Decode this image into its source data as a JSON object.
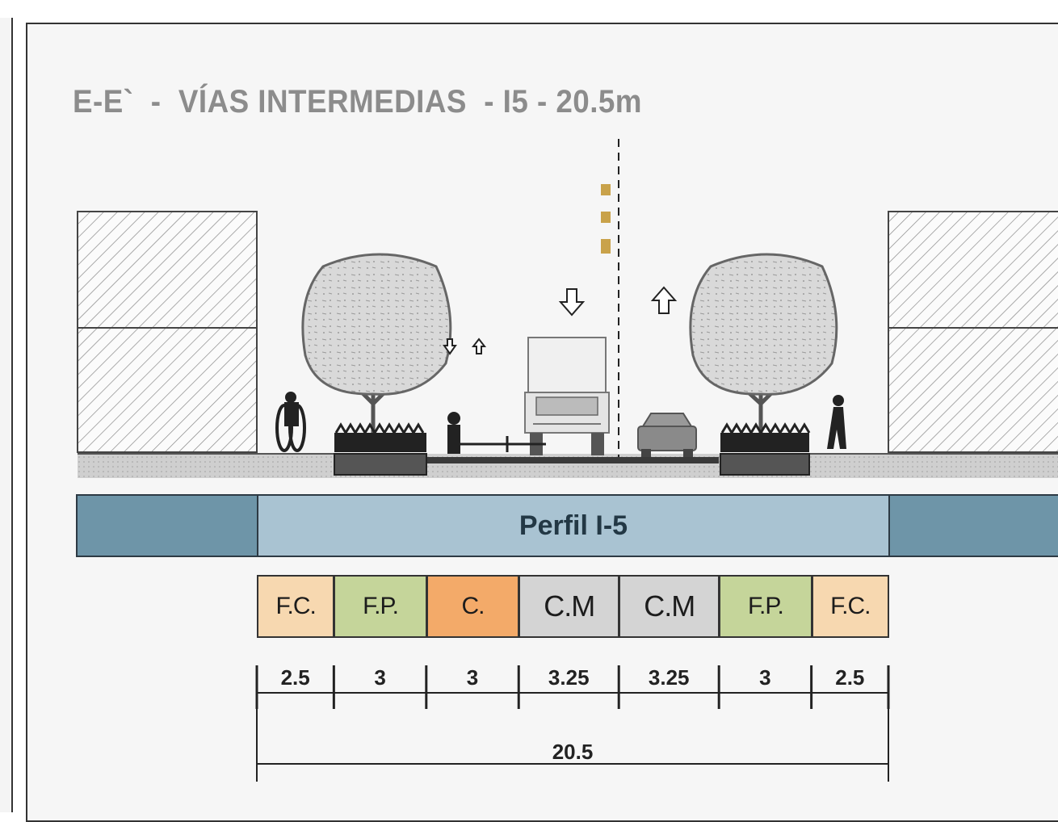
{
  "title": "E-E`  -  VÍAS INTERMEDIAS  - I5 - 20.5m",
  "profile_label": "Perfil I-5",
  "colors": {
    "fc": "#f7d8b0",
    "fp": "#c5d59a",
    "c": "#f3aa69",
    "cm": "#d4d4d4",
    "band_side": "#6e95a8",
    "band_mid": "#a9c3d2"
  },
  "segments": [
    {
      "code": "F.C.",
      "color": "#f7d8b0",
      "width_m": 2.5,
      "dim": "2.5"
    },
    {
      "code": "F.P.",
      "color": "#c5d59a",
      "width_m": 3,
      "dim": "3"
    },
    {
      "code": "C.",
      "color": "#f3aa69",
      "width_m": 3,
      "dim": "3"
    },
    {
      "code": "C.M",
      "color": "#d4d4d4",
      "width_m": 3.25,
      "dim": "3.25"
    },
    {
      "code": "C.M",
      "color": "#d4d4d4",
      "width_m": 3.25,
      "dim": "3.25"
    },
    {
      "code": "F.P.",
      "color": "#c5d59a",
      "width_m": 3,
      "dim": "3"
    },
    {
      "code": "F.C.",
      "color": "#f7d8b0",
      "width_m": 2.5,
      "dim": "2.5"
    }
  ],
  "total_dim": "20.5",
  "icons": [
    "building-left",
    "tree-left",
    "tree-right",
    "building-right",
    "truck",
    "car",
    "cyclist",
    "pedestrian",
    "scooter-rider",
    "arrow-down",
    "arrow-up"
  ]
}
